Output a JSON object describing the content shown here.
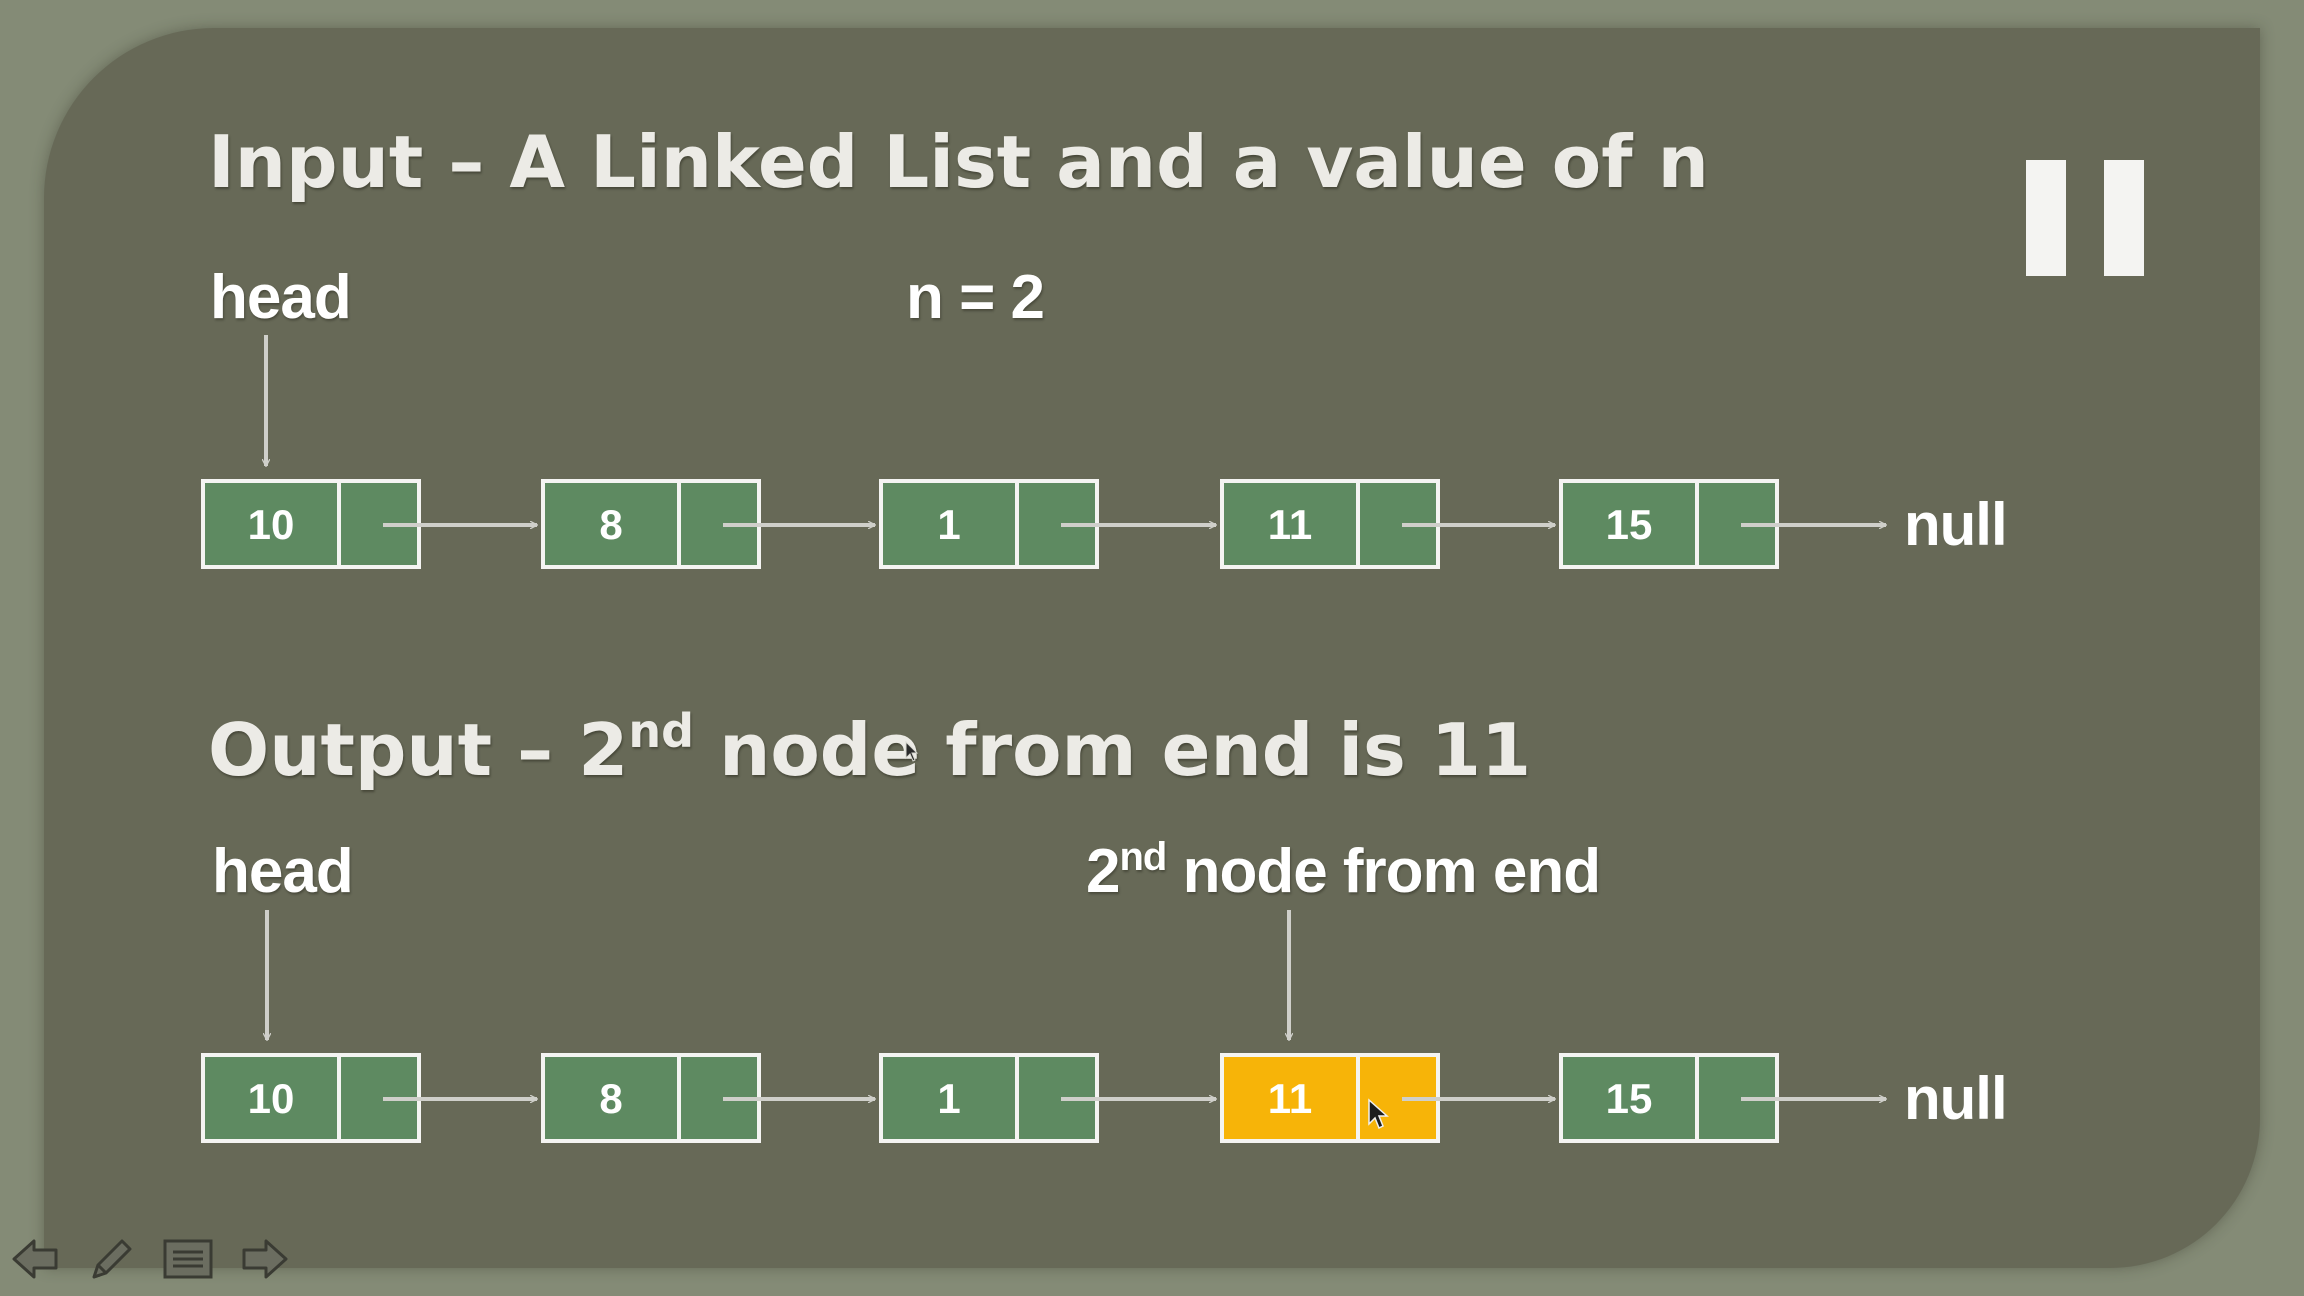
{
  "slide": {
    "input_heading": "Input – A Linked List and a value of n",
    "output_heading_prefix": "Output – 2",
    "output_heading_sup": "nd",
    "output_heading_suffix": " node from end is 11",
    "n_label": "n = 2",
    "top_head_label": "head",
    "bottom_head_label": "head",
    "pointer_label_prefix": "2",
    "pointer_label_sup": "nd",
    "pointer_label_suffix": " node from end"
  },
  "input_list": {
    "nodes": [
      "10",
      "8",
      "1",
      "11",
      "15"
    ],
    "terminator": "null"
  },
  "output_list": {
    "nodes": [
      "10",
      "8",
      "1",
      "11",
      "15"
    ],
    "terminator": "null",
    "highlight_index": 3
  },
  "colors": {
    "slide_bg": "#676957",
    "outer_bg": "#848b76",
    "node_fill": "#5e8a61",
    "node_border": "#f4f4f2",
    "highlight_fill": "#f7b408",
    "arrow": "#cfcfca",
    "text": "#ffffff"
  },
  "toolbar": {
    "buttons": [
      "previous-slide",
      "pen",
      "slide-menu",
      "next-slide"
    ]
  },
  "playback": {
    "state_icon": "pause-icon"
  }
}
